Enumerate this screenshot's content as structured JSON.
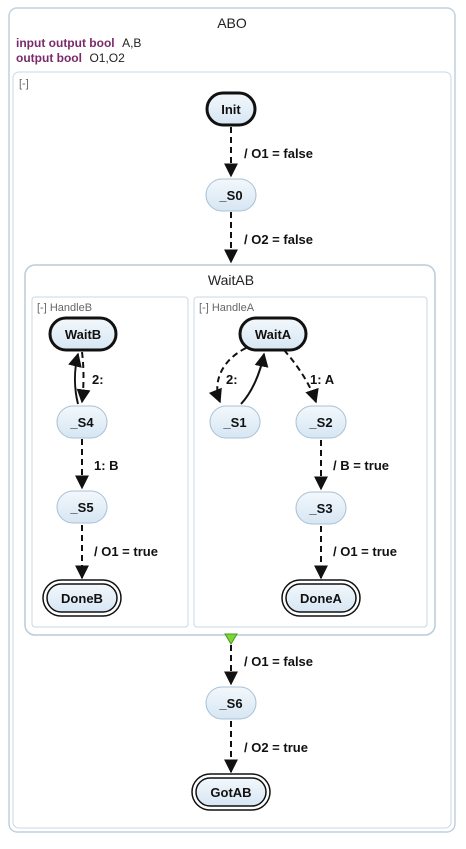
{
  "root": {
    "title": "ABO",
    "declarations": [
      {
        "keyword": "input output bool",
        "ids": "A,B"
      },
      {
        "keyword": "output bool",
        "ids": "O1,O2"
      }
    ],
    "collapse": "[-]"
  },
  "superstate": {
    "title": "WaitAB",
    "regions": {
      "handleB": "[-] HandleB",
      "handleA": "[-] HandleA"
    }
  },
  "states": {
    "init": "Init",
    "s0": "_S0",
    "waitb": "WaitB",
    "s4": "_S4",
    "s5": "_S5",
    "doneb": "DoneB",
    "waita": "WaitA",
    "s1": "_S1",
    "s2": "_S2",
    "s3": "_S3",
    "donea": "DoneA",
    "s6": "_S6",
    "gotab": "GotAB"
  },
  "transitions": {
    "init_s0": "/ O1 = false",
    "s0_waitab": "/ O2 = false",
    "waitb_s4": "2:",
    "s4_s5": "1: B",
    "s5_doneb": "/ O1 = true",
    "waita_s1": "2:",
    "waita_s2": "1: A",
    "s2_s3": "/ B = true",
    "s3_donea": "/ O1 = true",
    "waitab_s6": "/ O1 = false",
    "s6_gotab": "/ O2 = true"
  },
  "colors": {
    "state_fill": "#e4eff8",
    "state_stroke": "#a8c0d4",
    "container_stroke": "#c0d2e0",
    "keyword": "#7a2a6a",
    "completion_marker": "#7ad63a"
  }
}
